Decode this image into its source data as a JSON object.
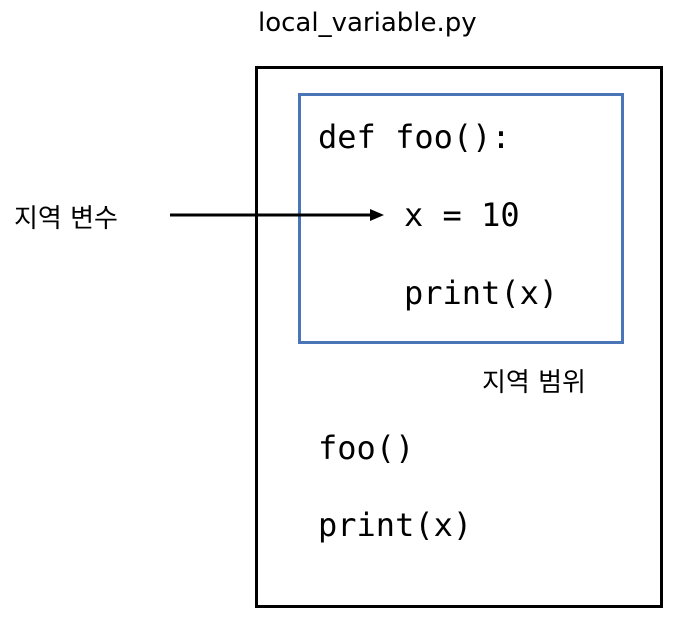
{
  "file_title": "local_variable.py",
  "code": {
    "func_def": "def foo():",
    "assign": "x = 10",
    "inner_print": "print(x)",
    "call": "foo()",
    "outer_print": "print(x)"
  },
  "labels": {
    "local_variable": "지역 변수",
    "local_scope": "지역 범위"
  },
  "colors": {
    "scope_border": "#4a76b8",
    "file_border": "#000000"
  }
}
